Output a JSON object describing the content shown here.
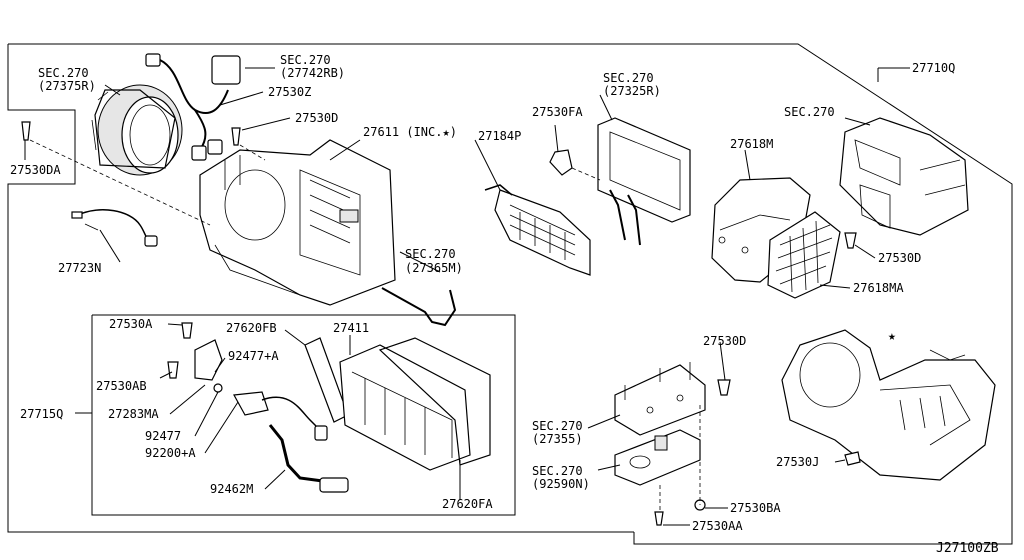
{
  "diagram_id": "J27100ZB",
  "callouts": [
    {
      "id": "sec-27375r-1",
      "text": "SEC.270"
    },
    {
      "id": "sec-27375r-2",
      "text": "(27375R)"
    },
    {
      "id": "sec-27742rb-1",
      "text": "SEC.270"
    },
    {
      "id": "sec-27742rb-2",
      "text": "(27742RB)"
    },
    {
      "id": "p27530z",
      "text": "27530Z"
    },
    {
      "id": "p27530d-top",
      "text": "27530D"
    },
    {
      "id": "p27611",
      "text": "27611 (INC.★)"
    },
    {
      "id": "p27530da",
      "text": "27530DA"
    },
    {
      "id": "p27723n",
      "text": "27723N"
    },
    {
      "id": "sec-27365m-1",
      "text": "SEC.270"
    },
    {
      "id": "sec-27365m-2",
      "text": "(27365M)"
    },
    {
      "id": "p27184p",
      "text": "27184P"
    },
    {
      "id": "p27530fa",
      "text": "27530FA"
    },
    {
      "id": "sec-27325r-1",
      "text": "SEC.270"
    },
    {
      "id": "sec-27325r-2",
      "text": "(27325R)"
    },
    {
      "id": "p27710q",
      "text": "27710Q"
    },
    {
      "id": "sec-270-right",
      "text": "SEC.270"
    },
    {
      "id": "p27618m",
      "text": "27618M"
    },
    {
      "id": "p27530d-right",
      "text": "27530D"
    },
    {
      "id": "p27618ma",
      "text": "27618MA"
    },
    {
      "id": "p27530a",
      "text": "27530A"
    },
    {
      "id": "p27620fb",
      "text": "27620FB"
    },
    {
      "id": "p27411",
      "text": "27411"
    },
    {
      "id": "p92477a",
      "text": "92477+A"
    },
    {
      "id": "p27530ab",
      "text": "27530AB"
    },
    {
      "id": "p27715q",
      "text": "27715Q"
    },
    {
      "id": "p27283ma",
      "text": "27283MA"
    },
    {
      "id": "p92477",
      "text": "92477"
    },
    {
      "id": "p92200a",
      "text": "92200+A"
    },
    {
      "id": "p92462m",
      "text": "92462M"
    },
    {
      "id": "p27620fa",
      "text": "27620FA"
    },
    {
      "id": "p27530d-mid",
      "text": "27530D"
    },
    {
      "id": "sec-27355-1",
      "text": "SEC.270"
    },
    {
      "id": "sec-27355-2",
      "text": "(27355)"
    },
    {
      "id": "sec-92590n-1",
      "text": "SEC.270"
    },
    {
      "id": "sec-92590n-2",
      "text": "(92590N)"
    },
    {
      "id": "p27530j",
      "text": "27530J"
    },
    {
      "id": "p27530ba",
      "text": "27530BA"
    },
    {
      "id": "p27530aa",
      "text": "27530AA"
    }
  ],
  "star_marker": "★"
}
